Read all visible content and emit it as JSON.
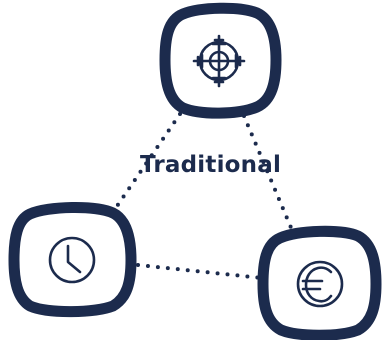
{
  "diagram": {
    "label": "Traditional",
    "nodes": [
      {
        "id": "target",
        "icon": "crosshair-icon"
      },
      {
        "id": "time",
        "icon": "clock-icon"
      },
      {
        "id": "cost",
        "icon": "euro-icon"
      }
    ]
  },
  "colors": {
    "navy": "#1c2b4d",
    "background": "#ffffff"
  }
}
